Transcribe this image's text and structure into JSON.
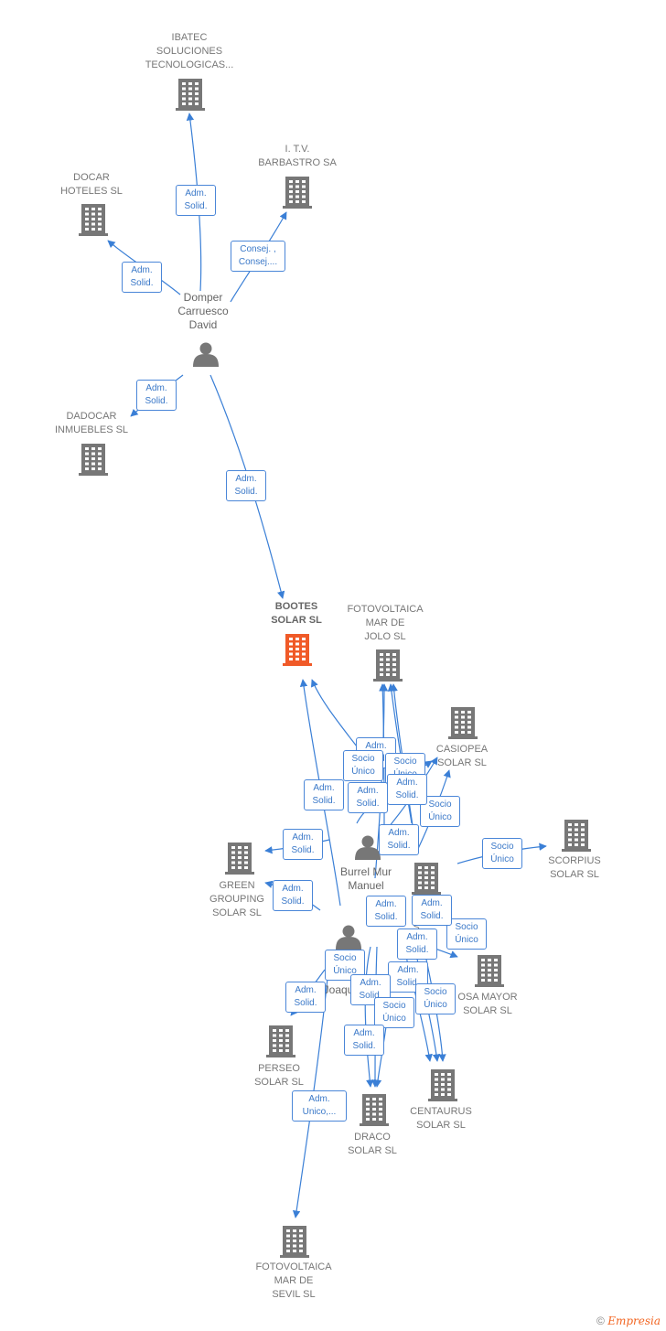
{
  "companies": [
    {
      "id": "ibatec",
      "label": "IBATEC\nSOLUCIONES\nTECNOLOGICAS...",
      "icon": "building-icon",
      "highlight": false
    },
    {
      "id": "itv",
      "label": "I. T.V.\nBARBASTRO SA",
      "icon": "building-icon",
      "highlight": false
    },
    {
      "id": "docar",
      "label": "DOCAR\nHOTELES SL",
      "icon": "building-icon",
      "highlight": false
    },
    {
      "id": "dadocar",
      "label": "DADOCAR\nINMUEBLES SL",
      "icon": "building-icon",
      "highlight": false
    },
    {
      "id": "bootes",
      "label": "BOOTES\nSOLAR SL",
      "icon": "building-icon",
      "highlight": true
    },
    {
      "id": "fmjolo",
      "label": "FOTOVOLTAICA\nMAR DE\nJOLO SL",
      "icon": "building-icon",
      "highlight": false
    },
    {
      "id": "casiopea",
      "label": "CASIOPEA\nSOLAR SL",
      "icon": "building-icon",
      "highlight": false
    },
    {
      "id": "scorpius",
      "label": "SCORPIUS\nSOLAR SL",
      "icon": "building-icon",
      "highlight": false
    },
    {
      "id": "green",
      "label": "GREEN\nGROUPING\nSOLAR SL",
      "icon": "building-icon",
      "highlight": false
    },
    {
      "id": "osamayor",
      "label": "OSA MAYOR\nSOLAR SL",
      "icon": "building-icon",
      "highlight": false
    },
    {
      "id": "perseo",
      "label": "PERSEO\nSOLAR SL",
      "icon": "building-icon",
      "highlight": false
    },
    {
      "id": "centaurus",
      "label": "CENTAURUS\nSOLAR SL",
      "icon": "building-icon",
      "highlight": false
    },
    {
      "id": "draco",
      "label": "DRACO\nSOLAR SL",
      "icon": "building-icon",
      "highlight": false
    },
    {
      "id": "fmsevil",
      "label": "FOTOVOLTAICA\nMAR DE\nSEVIL SL",
      "icon": "building-icon",
      "highlight": false
    },
    {
      "id": "center",
      "label": "G\nR\nS",
      "icon": "building-icon",
      "highlight": false
    }
  ],
  "persons": [
    {
      "id": "domper",
      "label": "Domper\nCarruesco\nDavid",
      "icon": "person-icon"
    },
    {
      "id": "burrel",
      "label": "Burrel Mur\nManuel",
      "icon": "person-icon"
    },
    {
      "id": "joaq",
      "label": "Joaqu",
      "icon": "person-icon"
    }
  ],
  "badges": [
    "Adm.\nSolid.",
    "Consej. ,\nConsej....",
    "Adm.\nSolid.",
    "Adm.\nSolid.",
    "Adm.\nSolid.",
    "Adm.\nSolid.",
    "Socio\nÚnico",
    "Socio\nÚnico",
    "Adm.\nSolid.",
    "Socio\nÚnico",
    "Adm.\nSolid.",
    "Adm.\nSolid.",
    "Adm.\nSolid.",
    "Adm.\nSolid.",
    "Socio\nÚnico",
    "Adm.\nSolid.",
    "Adm.\nSolid.",
    "Socio\nÚnico",
    "Adm.\nSolid.",
    "Socio\nÚnico",
    "Adm.\nSolid.",
    "Adm.\nSolid.",
    "Adm.\nSolid.",
    "Adm.\nSolid.",
    "Socio\nÚnico",
    "Socio\nÚnico",
    "Adm.\nSolid.",
    "Adm.\nUnico,...",
    "Adm.\nSolid."
  ],
  "footer": {
    "copyright": "©",
    "brand": "Empresia"
  },
  "colors": {
    "edge": "#3a7fd6",
    "building": "#777777",
    "highlight": "#f05a28",
    "person": "#777777"
  }
}
